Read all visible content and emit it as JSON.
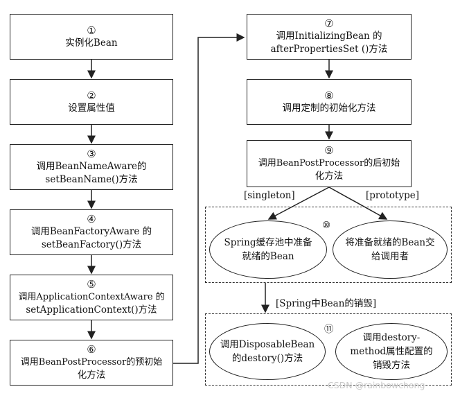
{
  "steps": [
    {
      "num": "①",
      "lines": [
        "实例化Bean"
      ]
    },
    {
      "num": "②",
      "lines": [
        "设置属性值"
      ]
    },
    {
      "num": "③",
      "lines": [
        "调用BeanNameAware的",
        "setBeanName()方法"
      ]
    },
    {
      "num": "④",
      "lines": [
        "调用BeanFactoryAware 的",
        "setBeanFactory()方法"
      ]
    },
    {
      "num": "⑤",
      "lines": [
        "调用ApplicationContextAware 的",
        "setApplicationContext()方法"
      ]
    },
    {
      "num": "⑥",
      "lines": [
        "调用BeanPostProcessor的预初始",
        "化方法"
      ]
    },
    {
      "num": "⑦",
      "lines": [
        "调用InitializingBean 的",
        "afterPropertiesSet ()方法"
      ]
    },
    {
      "num": "⑧",
      "lines": [
        "调用定制的初始化方法"
      ]
    },
    {
      "num": "⑨",
      "lines": [
        "调用BeanPostProcessor的后初始",
        "化方法"
      ]
    }
  ],
  "scope_labels": {
    "singleton": "[singleton]",
    "prototype": "[prototype]"
  },
  "group10": {
    "num": "⑩",
    "left": "Spring缓存池中准备就绪的Bean",
    "right": "将准备就绪的Bean交给调用者"
  },
  "destroy_label": "[Spring中Bean的销毁]",
  "group11": {
    "num": "⑪",
    "left": "调用DisposableBean的destory()方法",
    "right": "调用destory-method属性配置的销毁方法"
  },
  "watermark": "CSDN @rainbowchong"
}
